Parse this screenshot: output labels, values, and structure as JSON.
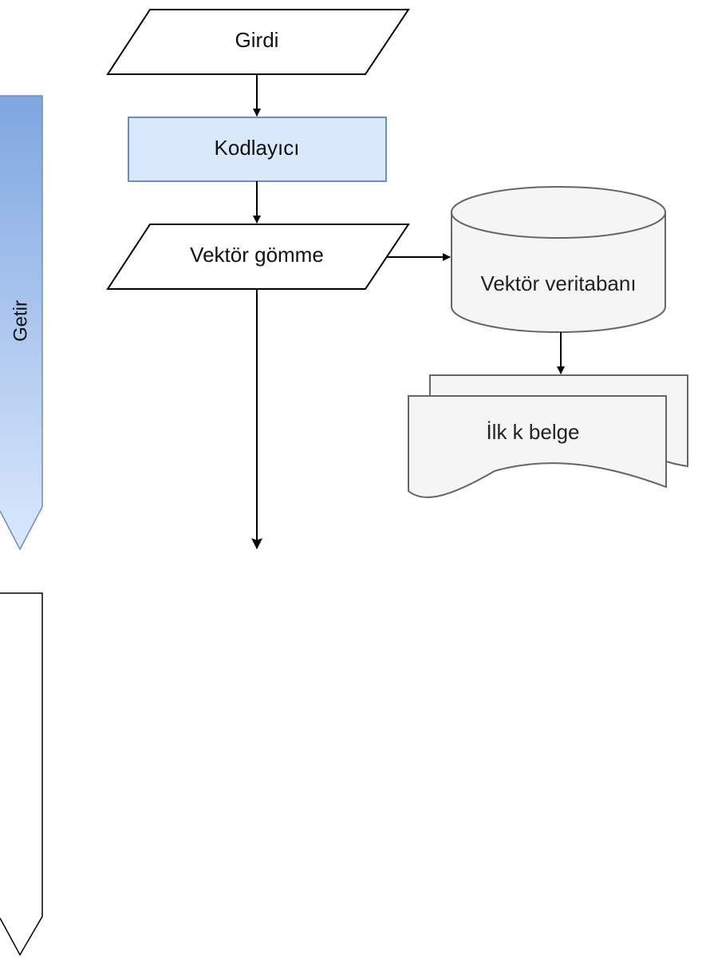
{
  "diagram": {
    "nodes": {
      "input": {
        "label": "Girdi"
      },
      "encoder": {
        "label": "Kodlayıcı"
      },
      "embedding": {
        "label": "Vektör gömme"
      },
      "vector_db": {
        "label": "Vektör veritabanı"
      },
      "top_k_docs": {
        "label": "İlk k belge"
      }
    },
    "phases": {
      "retrieve": {
        "label": "Getir"
      },
      "second": {
        "label": ""
      }
    },
    "colors": {
      "encoder_fill": "#dae8fc",
      "encoder_stroke": "#6c8ebf",
      "phase_blue_top": "#7ea6e0",
      "phase_blue_bottom": "#dae8fc",
      "phase_blue_stroke": "#6c8ebf",
      "gray_fill": "#f5f5f5",
      "gray_stroke": "#666666",
      "black": "#000000"
    }
  }
}
